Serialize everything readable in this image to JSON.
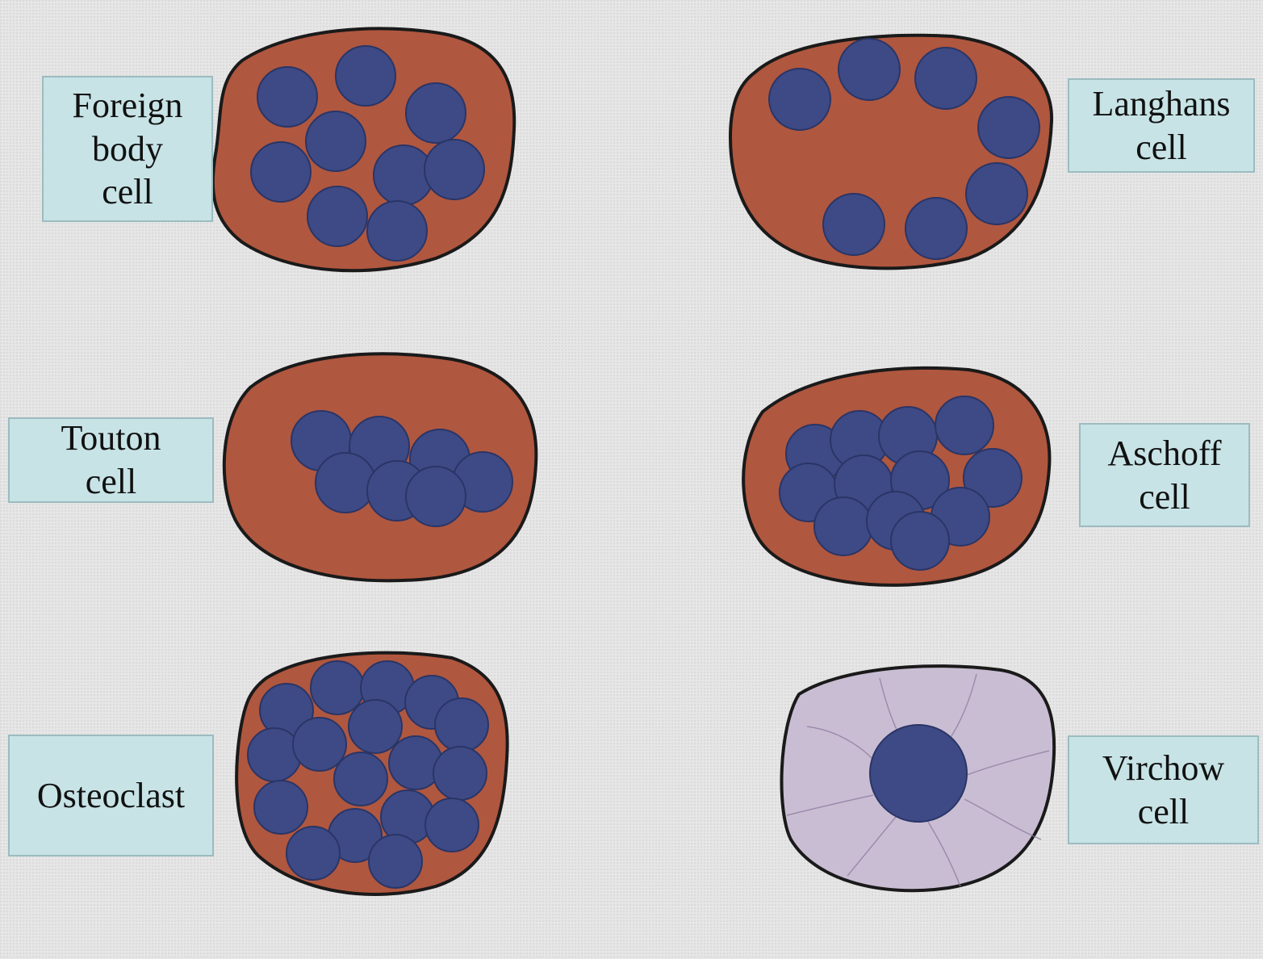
{
  "colors": {
    "background": "#e6e6e6",
    "cytoplasm": "#b0573f",
    "cytoplasm_pale": "#c9bdd3",
    "nucleus": "#3d4a86",
    "outline": "#1a1a1a",
    "label_fill": "#c7e3e6",
    "label_border": "#9bbcc0"
  },
  "cells": [
    {
      "id": "foreign-body",
      "label": "Foreign\nbody\ncell",
      "nuclei_pattern": "scattered"
    },
    {
      "id": "langhans",
      "label": "Langhans\ncell",
      "nuclei_pattern": "peripheral horseshoe"
    },
    {
      "id": "touton",
      "label": "Touton\ncell",
      "nuclei_pattern": "central cluster"
    },
    {
      "id": "aschoff",
      "label": "Aschoff\ncell",
      "nuclei_pattern": "dense central cluster"
    },
    {
      "id": "osteoclast",
      "label": "Osteoclast",
      "nuclei_pattern": "packed throughout"
    },
    {
      "id": "virchow",
      "label": "Virchow\ncell",
      "nuclei_pattern": "single central, pale foamy cytoplasm"
    }
  ]
}
